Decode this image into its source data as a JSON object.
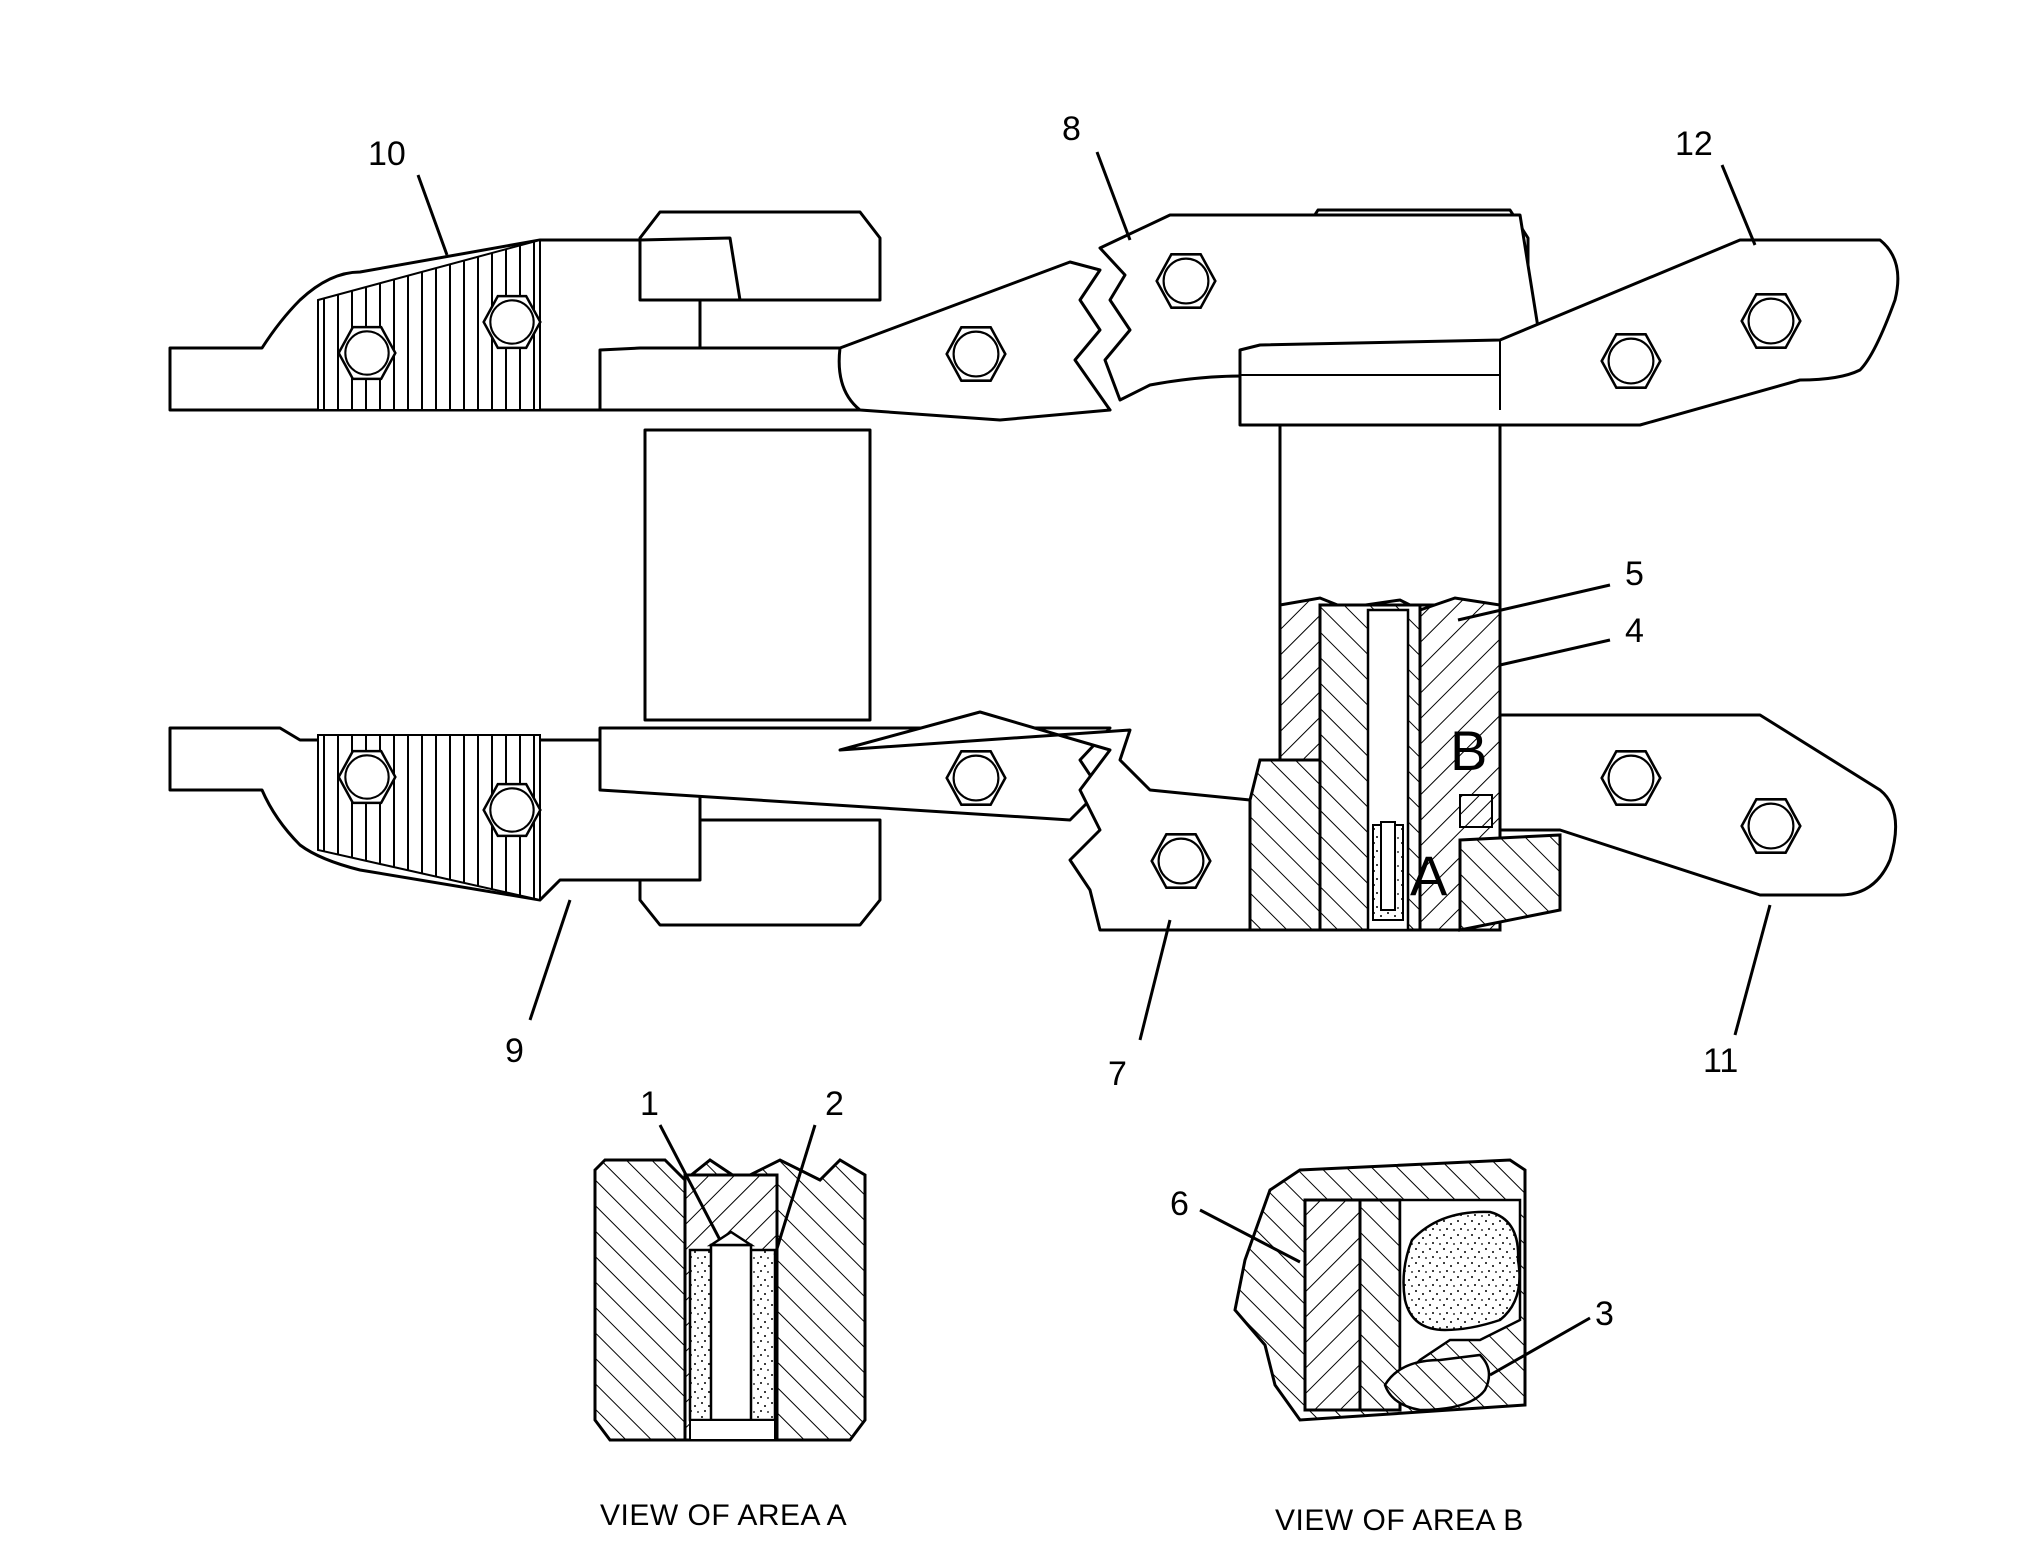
{
  "diagram": {
    "callouts": [
      {
        "id": "c1",
        "text": "1"
      },
      {
        "id": "c2",
        "text": "2"
      },
      {
        "id": "c3",
        "text": "3"
      },
      {
        "id": "c4",
        "text": "4"
      },
      {
        "id": "c5",
        "text": "5"
      },
      {
        "id": "c6",
        "text": "6"
      },
      {
        "id": "c7",
        "text": "7"
      },
      {
        "id": "c8",
        "text": "8"
      },
      {
        "id": "c9",
        "text": "9"
      },
      {
        "id": "c10",
        "text": "10"
      },
      {
        "id": "c11",
        "text": "11"
      },
      {
        "id": "c12",
        "text": "12"
      }
    ],
    "area_markers": {
      "a": "A",
      "b": "B"
    },
    "captions": {
      "view_a": "VIEW OF AREA A",
      "view_b": "VIEW OF AREA B"
    }
  }
}
